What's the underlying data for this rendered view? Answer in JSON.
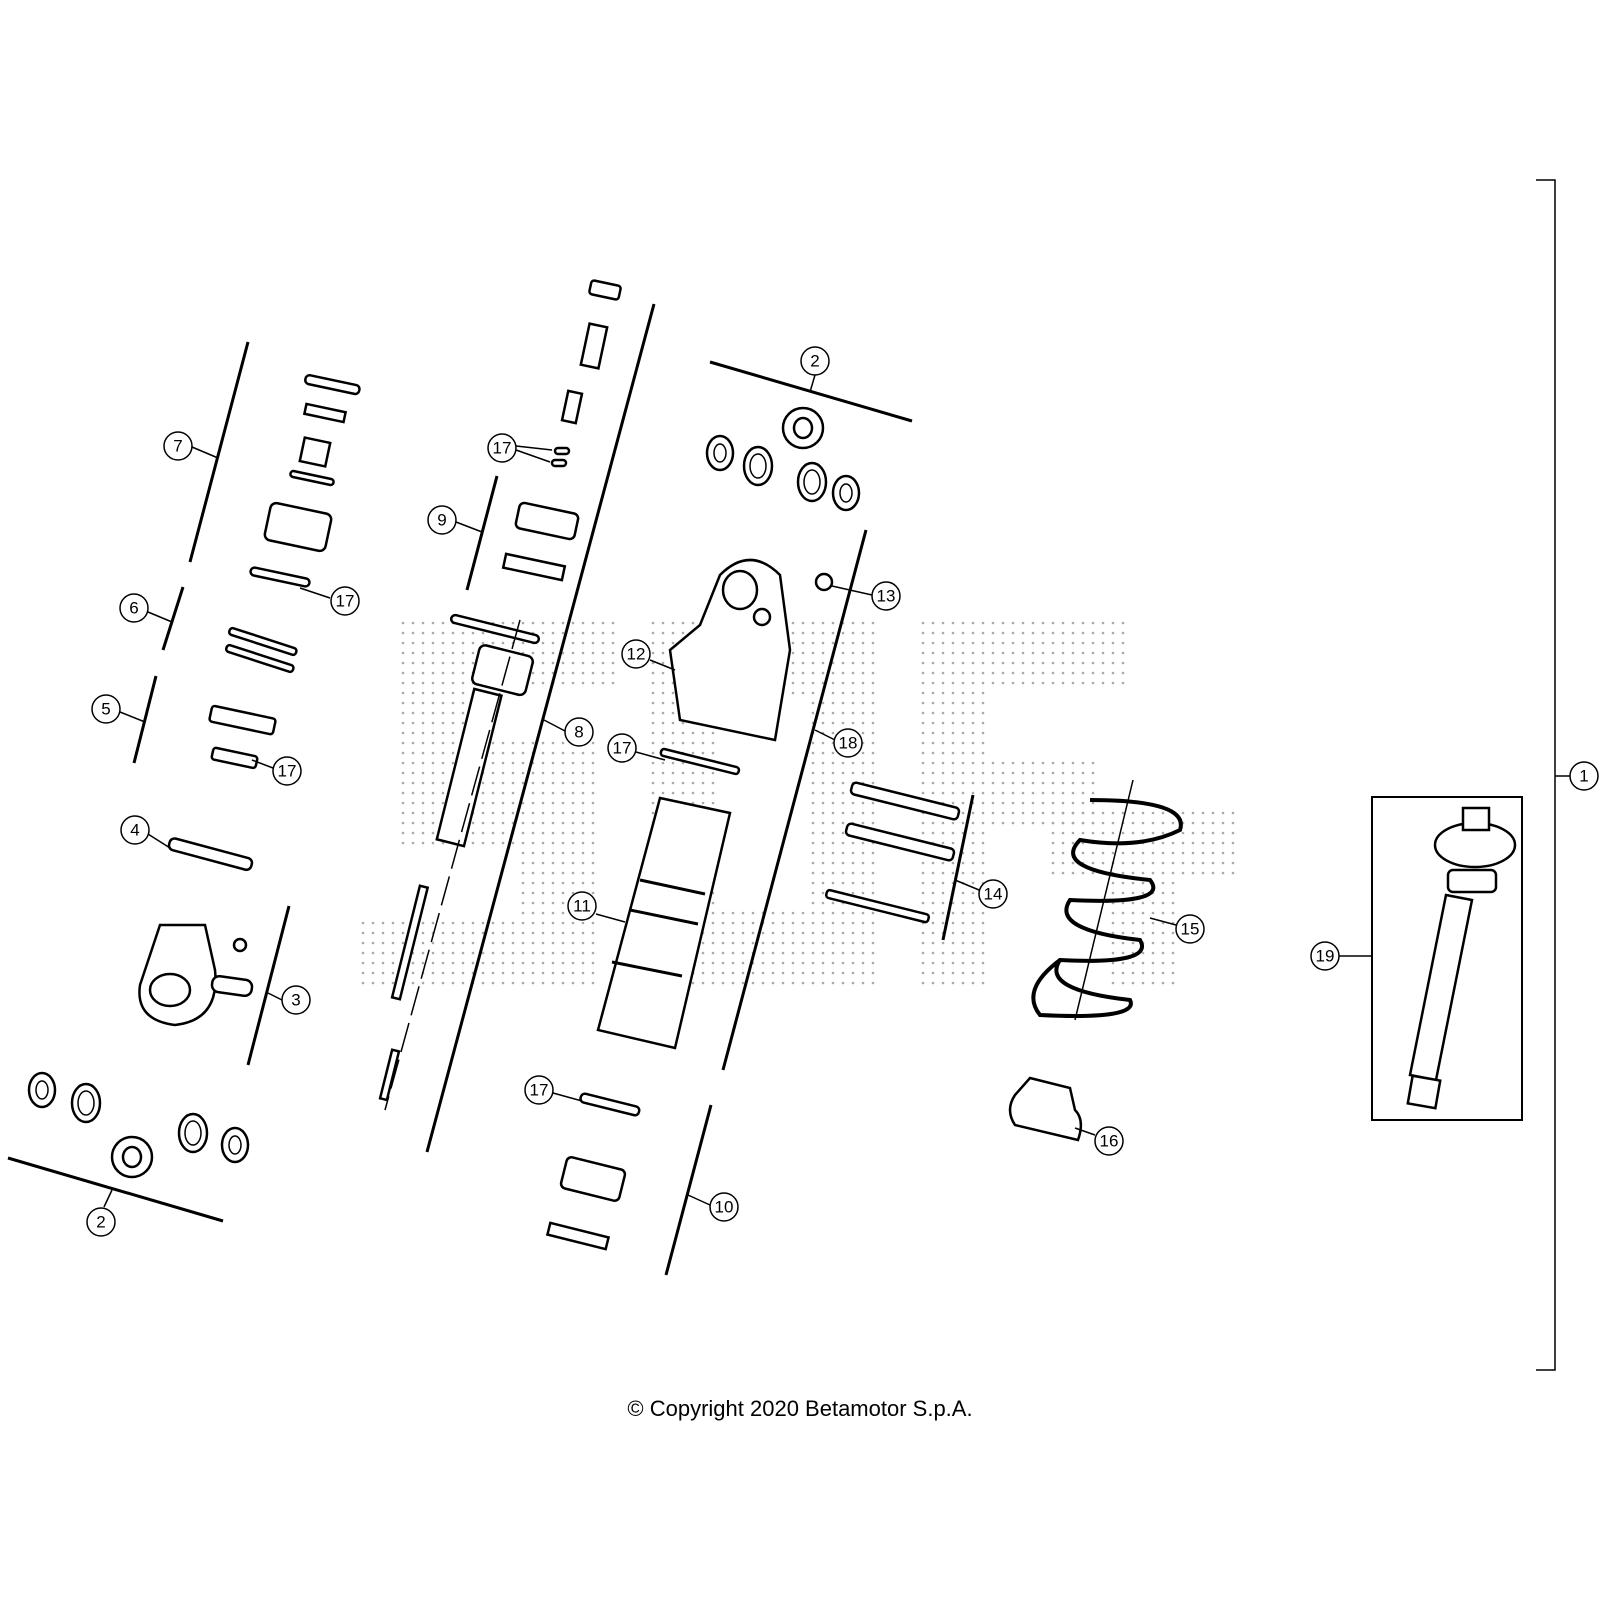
{
  "diagram": {
    "callouts": {
      "c1": "1",
      "c2a": "2",
      "c2b": "2",
      "c3": "3",
      "c4": "4",
      "c5": "5",
      "c6": "6",
      "c7": "7",
      "c8": "8",
      "c9": "9",
      "c10": "10",
      "c11": "11",
      "c12": "12",
      "c13": "13",
      "c14": "14",
      "c15": "15",
      "c16": "16",
      "c17a": "17",
      "c17b": "17",
      "c17c": "17",
      "c17d": "17",
      "c17e": "17",
      "c18": "18",
      "c19": "19"
    },
    "watermark": "SOFT"
  },
  "footer": {
    "copyright": "© Copyright 2020 Betamotor S.p.A."
  }
}
